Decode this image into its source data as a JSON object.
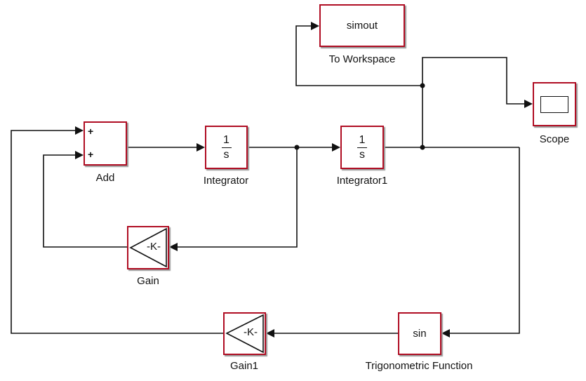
{
  "blocks": {
    "add": {
      "name": "Add",
      "port1": "+",
      "port2": "+"
    },
    "integrator": {
      "name": "Integrator",
      "numerator": "1",
      "denominator": "s"
    },
    "integrator1": {
      "name": "Integrator1",
      "numerator": "1",
      "denominator": "s"
    },
    "to_workspace": {
      "name": "To Workspace",
      "label": "simout"
    },
    "scope": {
      "name": "Scope"
    },
    "gain": {
      "name": "Gain",
      "label": "-K-"
    },
    "gain1": {
      "name": "Gain1",
      "label": "-K-"
    },
    "trig": {
      "name": "Trigonometric Function",
      "label": "sin"
    }
  },
  "colors": {
    "block_border": "#b00d23",
    "wire": "#111111"
  }
}
